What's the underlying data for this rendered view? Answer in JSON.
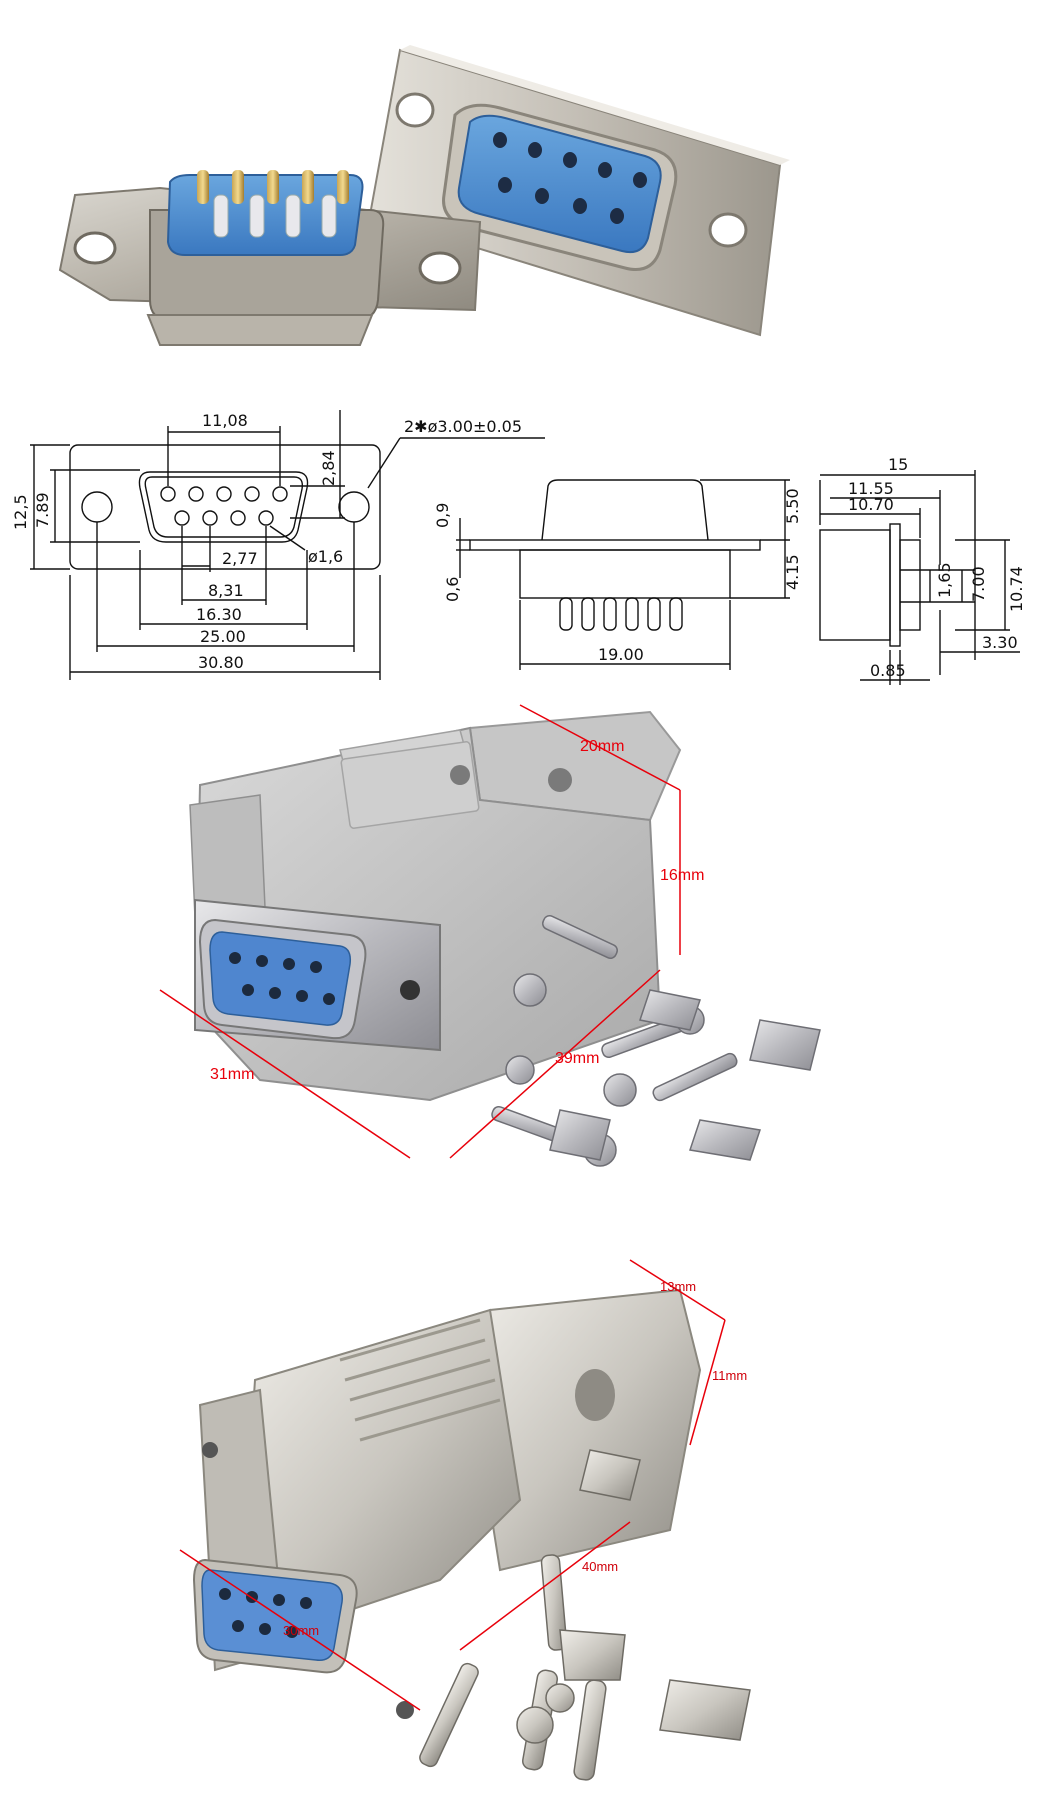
{
  "drawing": {
    "front": {
      "width_top": "11,08",
      "hole_note": "2✱ø3.00±0.05",
      "h_outer": "12,5",
      "h_inner": "7.89",
      "h_pin_row": "2,84",
      "pin_dia": "ø1,6",
      "pitch": "2,77",
      "row2_span": "8,31",
      "shell_width": "16.30",
      "hole_pitch": "25.00",
      "flange_width": "30.80"
    },
    "side": {
      "plate_top": "0,9",
      "plate_bottom": "0,6",
      "h_top": "5.50",
      "h_bottom": "4.15",
      "width": "19.00"
    },
    "end": {
      "d15": "15",
      "d1155": "11.55",
      "d1070": "10.70",
      "d165": "1,65",
      "d700": "7.00",
      "d1074": "10.74",
      "d330": "3.30",
      "d085": "0.85"
    }
  },
  "plastic_hood": {
    "length": "20mm",
    "height": "16mm",
    "depth": "39mm",
    "width": "31mm"
  },
  "metal_hood": {
    "length": "13mm",
    "height": "11mm",
    "depth": "40mm",
    "width": "30mm"
  }
}
